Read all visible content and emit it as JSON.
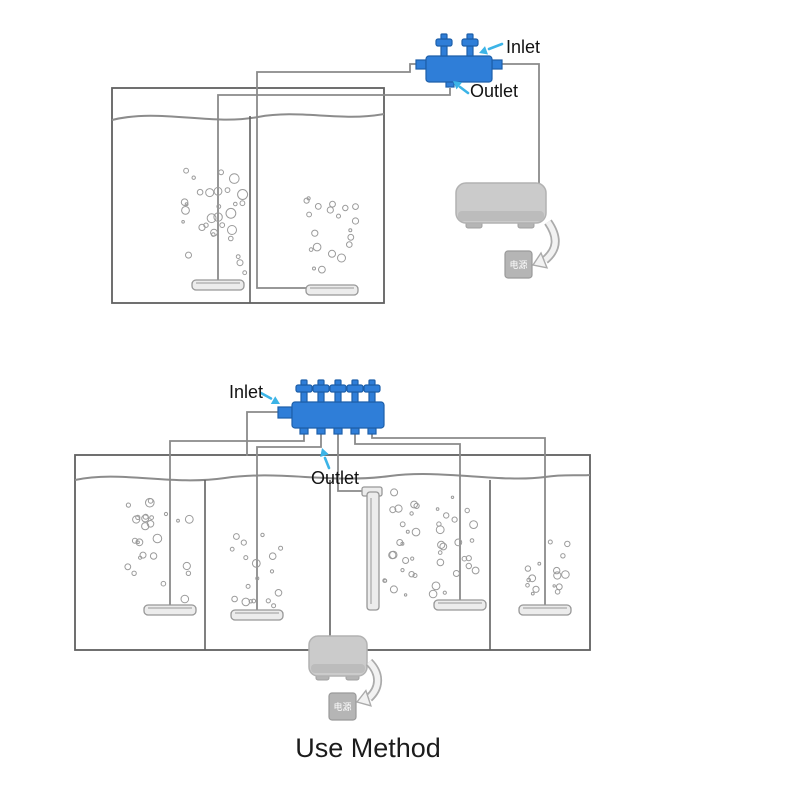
{
  "diagram": {
    "caption": "Use Method",
    "top": {
      "inlet_label": "Inlet",
      "outlet_label": "Outlet",
      "power_label": "电源"
    },
    "bottom": {
      "inlet_label": "Inlet",
      "outlet_label": "Outlet",
      "power_label": "电源"
    },
    "colors": {
      "manifold_blue": "#2f7ed8",
      "manifold_dark_outline": "#1d5fa9",
      "arrow_cyan": "#3cb4e7",
      "tube_gray": "#8a8a8a",
      "tank_gray": "#606060",
      "pump_gray": "#cbcbcb",
      "socket_gray": "#b5b5b5",
      "text_black": "#121212"
    }
  }
}
